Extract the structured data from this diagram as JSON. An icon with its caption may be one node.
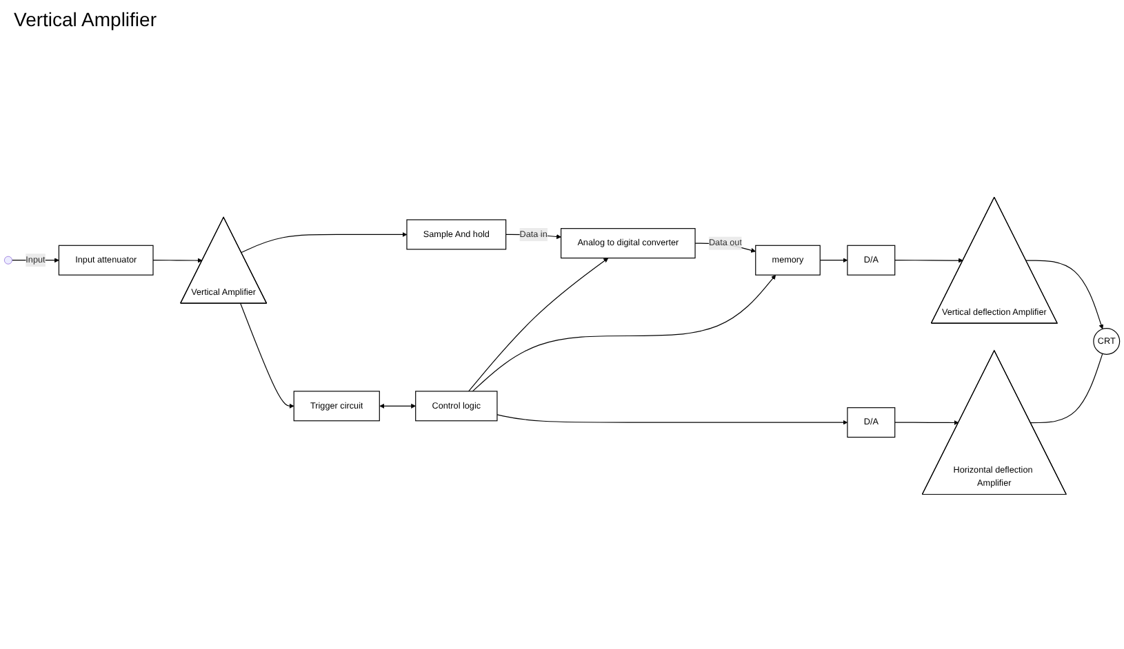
{
  "diagram": {
    "nodes": [
      {
        "text": [
          "Input attenuator"
        ]
      },
      {
        "text": [
          "Vertical Amplifier"
        ]
      },
      {
        "text": [
          "Sample And hold"
        ]
      },
      {
        "text": [
          "Analog to digital converter"
        ]
      },
      {
        "text": [
          "memory"
        ]
      },
      {
        "text": [
          "Trigger circuit"
        ]
      },
      {
        "text": [
          "Control logic"
        ]
      },
      {
        "text": [
          "D/A"
        ]
      },
      {
        "text": [
          "Vertical deflection Amplifier"
        ]
      },
      {
        "text": [
          "CRT"
        ]
      },
      {
        "text": [
          "D/A"
        ]
      },
      {
        "text": [
          "Horizontal deflection Amplifier"
        ]
      }
    ],
    "edges": [
      {
        "from": null,
        "to": 0,
        "arrow": "to",
        "label": "Input"
      },
      {
        "from": 0,
        "to": 1,
        "arrow": "to"
      },
      {
        "from": 1,
        "to": 2,
        "arrow": "to"
      },
      {
        "from": 1,
        "to": 5,
        "arrow": "to"
      },
      {
        "from": 2,
        "to": 3,
        "arrow": "to",
        "label": "Data in"
      },
      {
        "from": 3,
        "to": 4,
        "arrow": "to",
        "label": "Data out"
      },
      {
        "from": 5,
        "to": 6,
        "arrow": "both"
      },
      {
        "from": 6,
        "to": 3,
        "arrow": "to"
      },
      {
        "from": 6,
        "to": 4,
        "arrow": "to"
      },
      {
        "from": 4,
        "to": 7,
        "arrow": "to"
      },
      {
        "from": 7,
        "to": 8,
        "arrow": "to"
      },
      {
        "from": 8,
        "to": 9,
        "arrow": "to"
      },
      {
        "from": 6,
        "to": 10,
        "arrow": "to"
      },
      {
        "from": 10,
        "to": 11,
        "arrow": "to"
      },
      {
        "from": 11,
        "to": 9,
        "arrow": "none"
      }
    ],
    "labels": [
      "Vertical Amplifier"
    ]
  }
}
